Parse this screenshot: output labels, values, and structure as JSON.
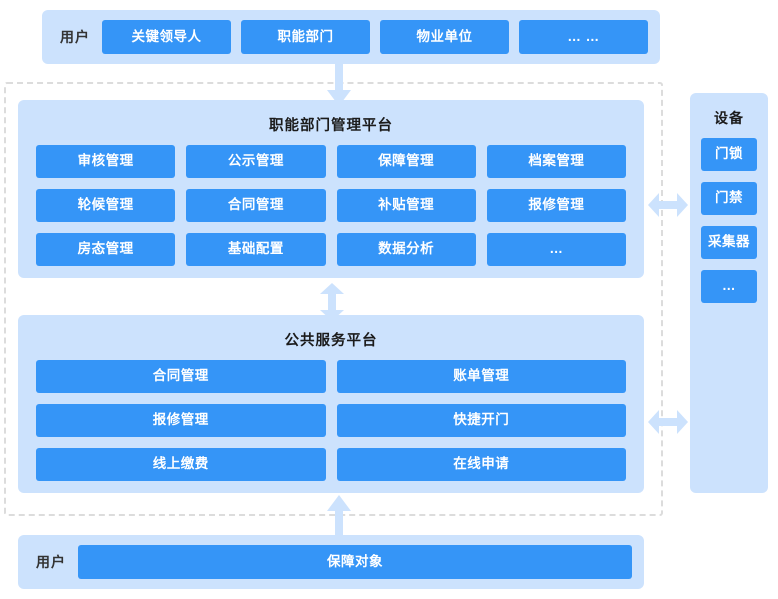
{
  "diagram": {
    "title_present": false,
    "colors": {
      "box_blue": "#3595f7",
      "panel_blue": "#cce2fd",
      "arrow_blue": "#cce2fd",
      "dashed_border": "#dcdcdc",
      "text_dark": "#1b1b1b",
      "text_on_box": "#ffffff"
    }
  },
  "top_user_row": {
    "label": "用户",
    "items": [
      {
        "label": "关键领导人"
      },
      {
        "label": "职能部门"
      },
      {
        "label": "物业单位"
      },
      {
        "label": "… …"
      }
    ]
  },
  "management_platform": {
    "title": "职能部门管理平台",
    "items": [
      {
        "label": "审核管理"
      },
      {
        "label": "公示管理"
      },
      {
        "label": "保障管理"
      },
      {
        "label": "档案管理"
      },
      {
        "label": "轮候管理"
      },
      {
        "label": "合同管理"
      },
      {
        "label": "补贴管理"
      },
      {
        "label": "报修管理"
      },
      {
        "label": "房态管理"
      },
      {
        "label": "基础配置"
      },
      {
        "label": "数据分析"
      },
      {
        "label": "…"
      }
    ]
  },
  "public_service_platform": {
    "title": "公共服务平台",
    "items": [
      {
        "label": "合同管理"
      },
      {
        "label": "账单管理"
      },
      {
        "label": "报修管理"
      },
      {
        "label": "快捷开门"
      },
      {
        "label": "线上缴费"
      },
      {
        "label": "在线申请"
      }
    ]
  },
  "device_panel": {
    "title": "设备",
    "items": [
      {
        "label": "门锁"
      },
      {
        "label": "门禁"
      },
      {
        "label": "采集器"
      },
      {
        "label": "…"
      }
    ]
  },
  "bottom_user_row": {
    "label": "用户",
    "items": [
      {
        "label": "保障对象"
      }
    ]
  },
  "connectors": [
    {
      "name": "top-user-to-management",
      "direction": "down"
    },
    {
      "name": "management-to-public-service",
      "direction": "both-vertical"
    },
    {
      "name": "management-to-device",
      "direction": "both-horizontal"
    },
    {
      "name": "public-service-to-device",
      "direction": "both-horizontal"
    },
    {
      "name": "bottom-user-to-public-service",
      "direction": "up"
    }
  ]
}
